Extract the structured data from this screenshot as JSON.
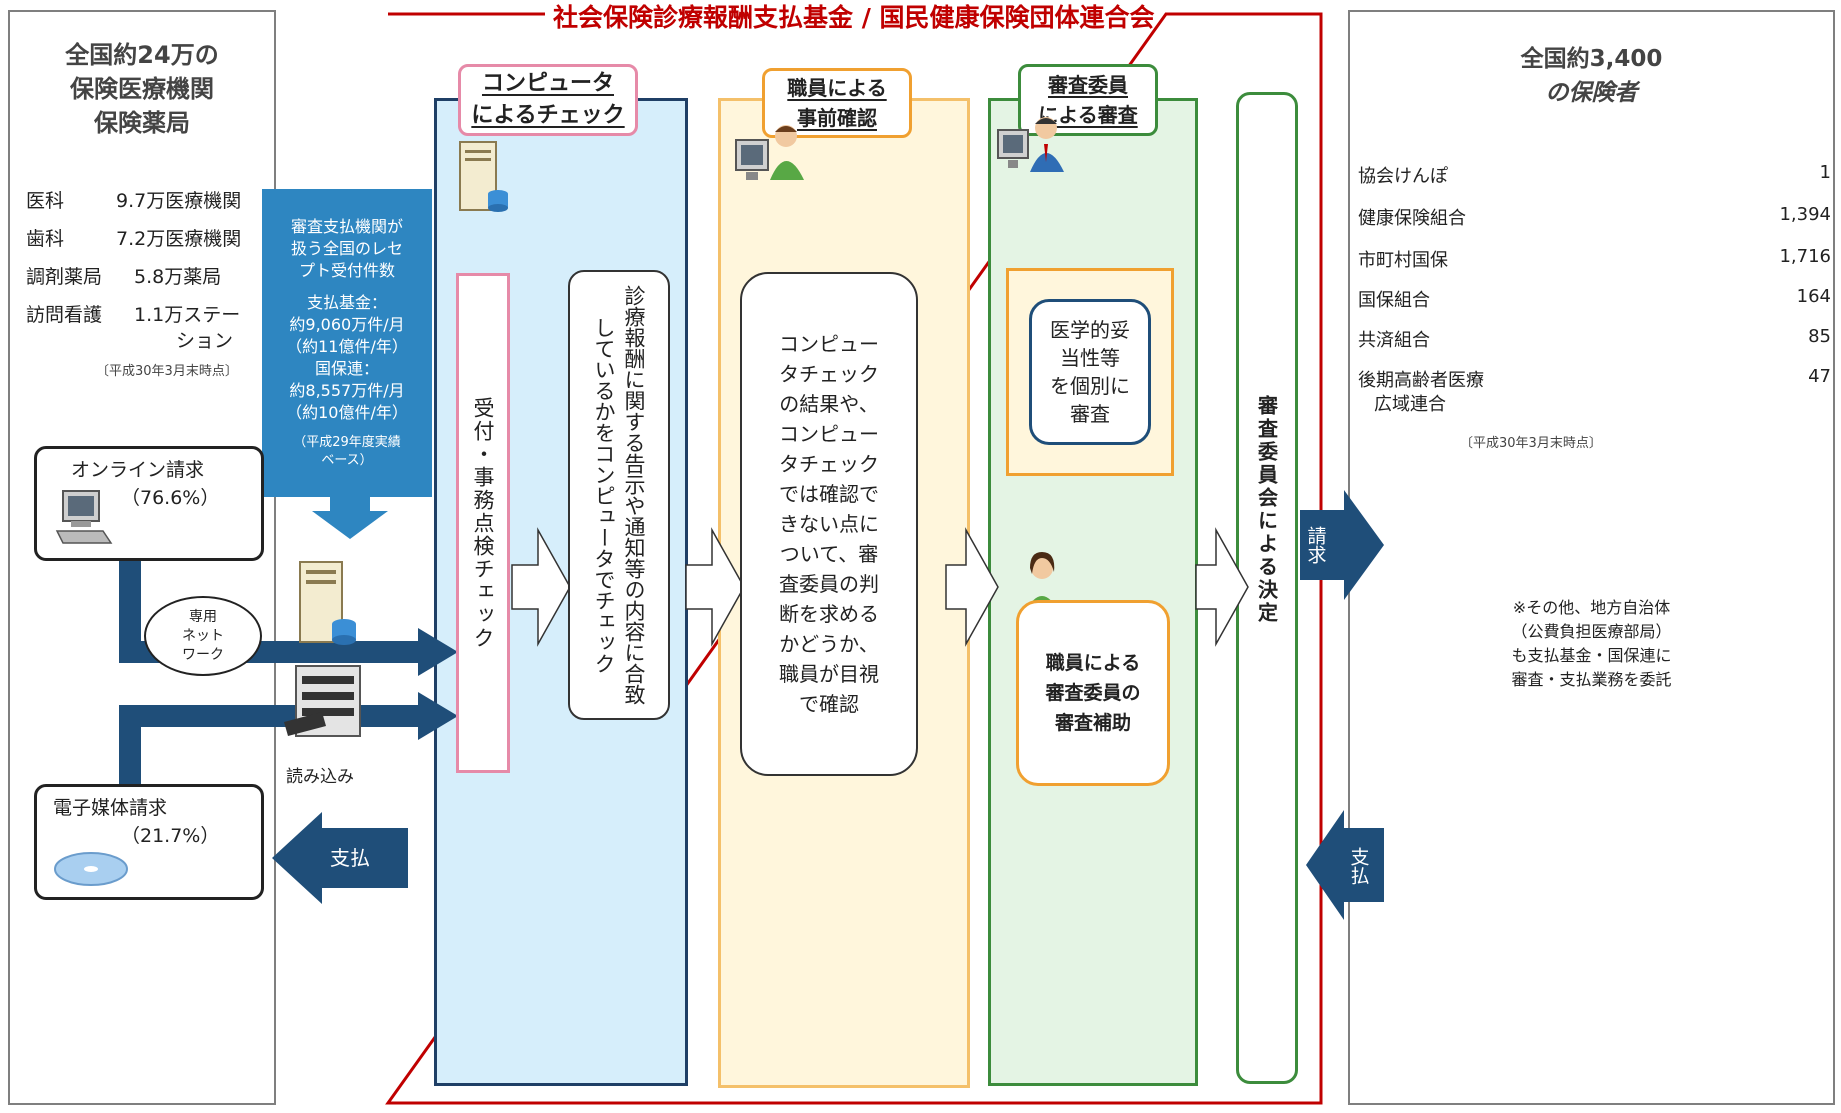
{
  "header": {
    "title": "社会保険診療報酬支払基金 / 国民健康保険団体連合会"
  },
  "providers": {
    "title": [
      "全国約24万の",
      "保険医療機関",
      "保険薬局"
    ],
    "rows": [
      {
        "label": "医科",
        "value": "9.7万医療機関"
      },
      {
        "label": "歯科",
        "value": "7.2万医療機関"
      },
      {
        "label": "調剤薬局",
        "value": "5.8万薬局"
      },
      {
        "label": "訪問看護",
        "value": "1.1万ステー"
      }
    ],
    "value_cont": "ション",
    "note": "〔平成30年3月末時点〕",
    "online": {
      "label": "オンライン請求",
      "pct": "（76.6%）"
    },
    "media": {
      "label": "電子媒体請求",
      "pct": "（21.7%）"
    },
    "network": [
      "専用",
      "ネット",
      "ワーク"
    ],
    "read_label": "読み込み"
  },
  "volume_box": {
    "lines": [
      "審査支払機関が",
      "扱う全国のレセ",
      "プト受付件数",
      "",
      "支払基金：",
      "約9,060万件/月",
      "（約11億件/年）",
      "国保連：",
      "約8,557万件/月",
      "（約10億件/年）",
      "",
      "（平成29年度実績",
      "ベース）"
    ]
  },
  "stages": {
    "computer": {
      "title": [
        "コンピュータ",
        "によるチェック"
      ],
      "reception": "受付・事務点検チェック",
      "check": "診療報酬に関する告示や通知等の内容に合致しているかをコンピュータでチェック"
    },
    "staff": {
      "title": [
        "職員による",
        "事前確認"
      ],
      "body": [
        "コンピュー",
        "タチェック",
        "の結果や、",
        "コンピュー",
        "タチェック",
        "では確認で",
        "きない点に",
        "ついて、審",
        "査委員の判",
        "断を求める",
        "かどうか、",
        "職員が目視",
        "で確認"
      ]
    },
    "committee": {
      "title": [
        "審査委員",
        "による審査"
      ],
      "medical": [
        "医学的妥",
        "当性等",
        "を個別に",
        "審査"
      ],
      "assist": [
        "職員による",
        "審査委員の",
        "審査補助"
      ]
    },
    "decision": "審査委員会による決定"
  },
  "flow": {
    "claim": "請求",
    "payment_right": "支払",
    "payment_left": "支払"
  },
  "insurers": {
    "title": [
      "全国約3,400",
      "の保険者"
    ],
    "rows": [
      {
        "label": "協会けんぽ",
        "value": "1"
      },
      {
        "label": "健康保険組合",
        "value": "1,394"
      },
      {
        "label": "市町村国保",
        "value": "1,716"
      },
      {
        "label": "国保組合",
        "value": "164"
      },
      {
        "label": "共済組合",
        "value": "85"
      },
      {
        "label": "後期高齢者医療",
        "value": "47"
      }
    ],
    "row_cont": "広域連合",
    "note": "〔平成30年3月末時点〕",
    "other_note": [
      "※その他、地方自治体",
      "（公費負担医療部局）",
      "も支払基金・国保連に",
      "審査・支払業務を委託"
    ]
  },
  "colors": {
    "navy": "#1f4e79",
    "accent_red": "#c00000",
    "light_blue": "#d6eefb",
    "light_orange": "#fff6dc",
    "light_green": "#e4f4e4",
    "blue_box": "#2e86c1"
  }
}
